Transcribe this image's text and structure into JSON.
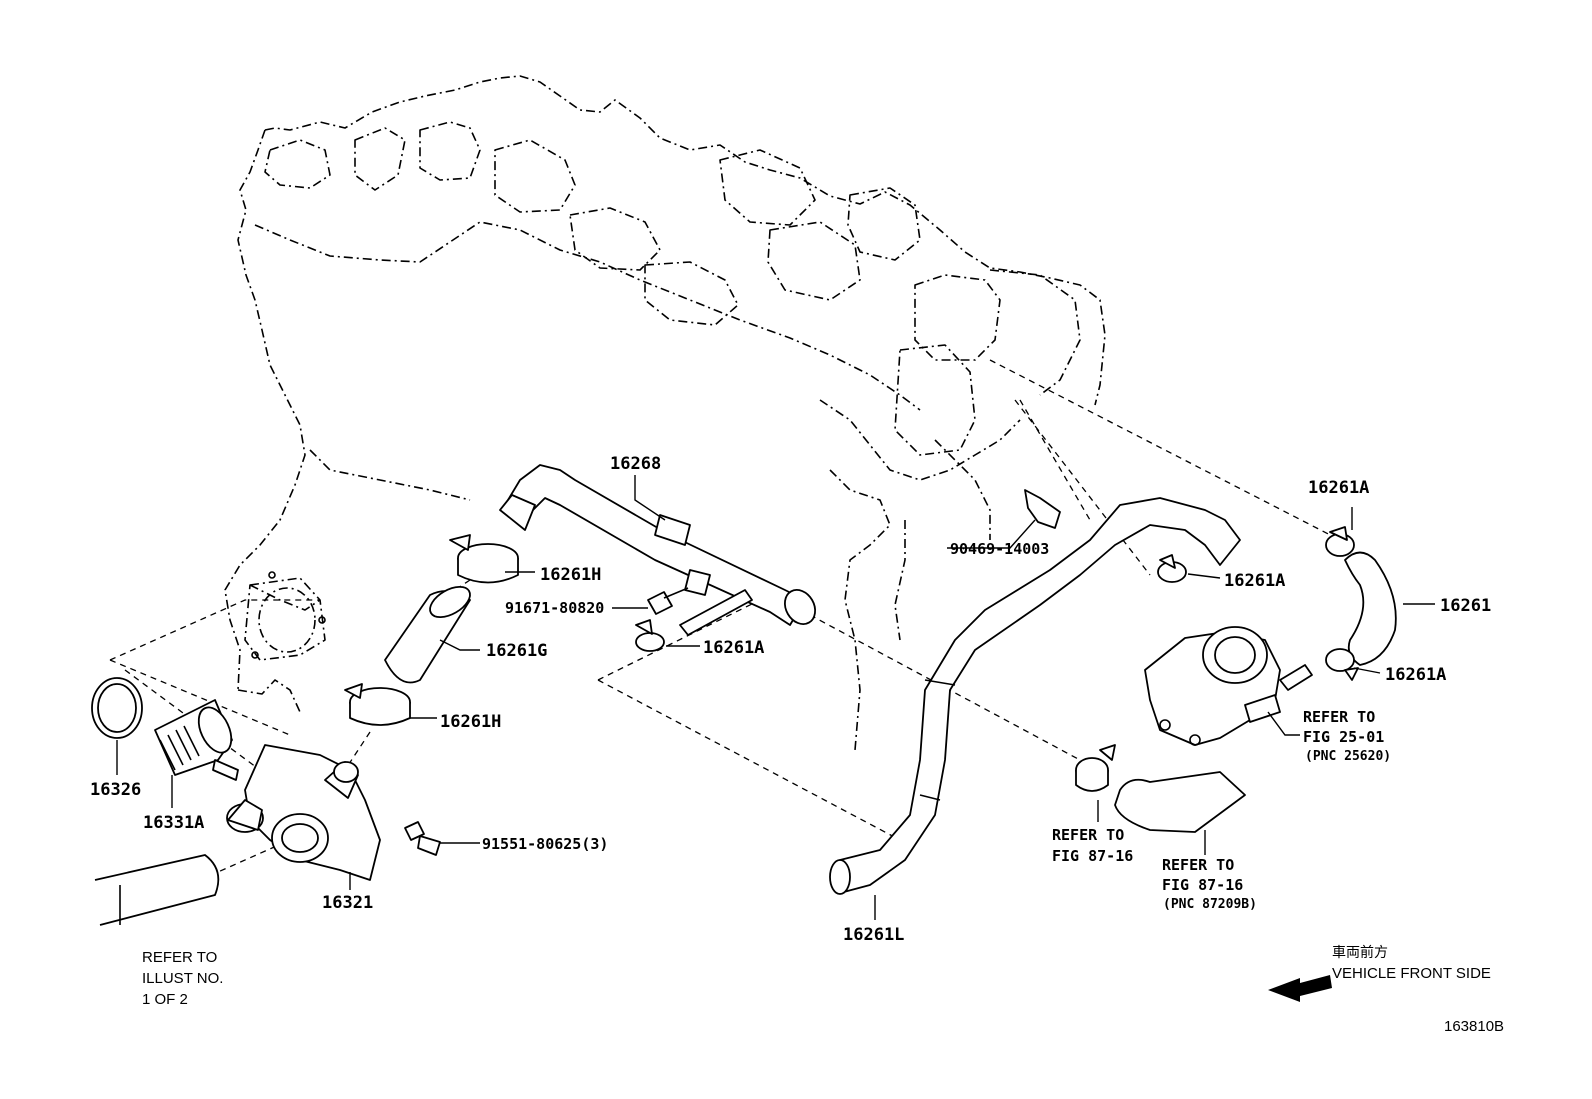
{
  "diagram": {
    "part_labels": {
      "p16268": "16268",
      "p16261H_a": "16261H",
      "p16261G": "16261G",
      "p16261H_b": "16261H",
      "p91671": "91671-80820",
      "p16261A_c": "16261A",
      "p90469": "90469-14003",
      "p16261A_a": "16261A",
      "p16261A_b": "16261A",
      "p16261": "16261",
      "p16261A_d": "16261A",
      "p16326": "16326",
      "p16331A": "16331A",
      "p91551": "91551-80625(3)",
      "p16321": "16321",
      "p16261L": "16261L"
    },
    "refer_fig25": {
      "l1": "REFER TO",
      "l2": "FIG 25-01",
      "l3": "(PNC 25620)"
    },
    "refer_fig87a": {
      "l1": "REFER TO",
      "l2": "FIG 87-16"
    },
    "refer_fig87b": {
      "l1": "REFER TO",
      "l2": "FIG 87-16",
      "l3": "(PNC 87209B)"
    },
    "refer_illust": {
      "l1": "REFER TO",
      "l2": "ILLUST NO.",
      "l3": "1 OF 2"
    },
    "direction": {
      "jp": "車両前方",
      "en": "VEHICLE FRONT SIDE"
    },
    "illustration_code": "163810B"
  }
}
